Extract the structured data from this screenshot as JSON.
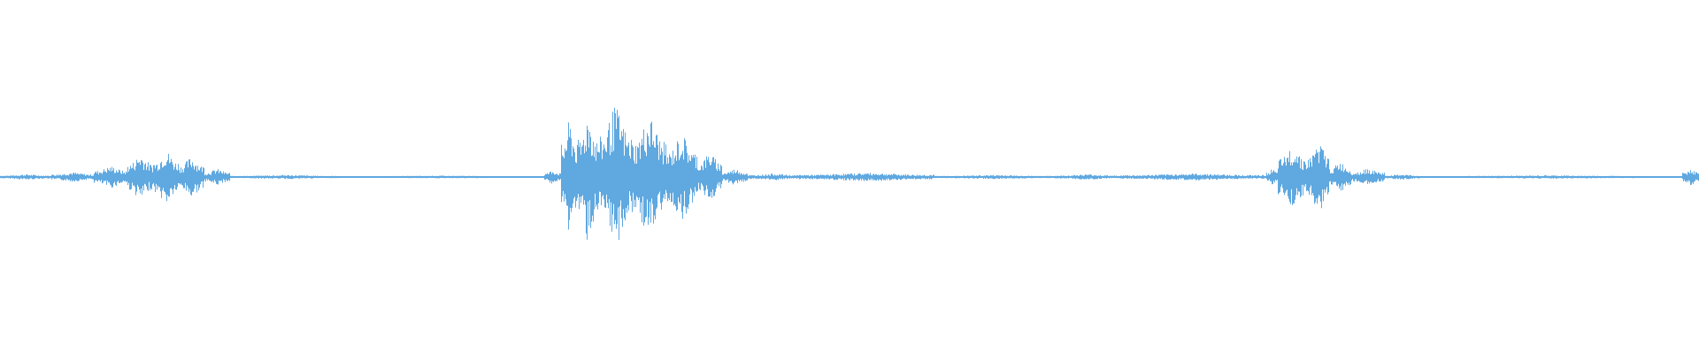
{
  "waveform": {
    "color": "#5fa8e0",
    "background": "#ffffff",
    "duration_fraction_scale": "relative",
    "baseline_amplitude": 0.012,
    "segments": [
      {
        "start": 0.0,
        "end": 0.03,
        "peak": 0.02
      },
      {
        "start": 0.03,
        "end": 0.055,
        "peak": 0.035
      },
      {
        "start": 0.055,
        "end": 0.075,
        "peak": 0.08
      },
      {
        "start": 0.075,
        "end": 0.09,
        "peak": 0.17
      },
      {
        "start": 0.09,
        "end": 0.105,
        "peak": 0.2
      },
      {
        "start": 0.105,
        "end": 0.12,
        "peak": 0.15
      },
      {
        "start": 0.12,
        "end": 0.135,
        "peak": 0.06
      },
      {
        "start": 0.135,
        "end": 0.2,
        "peak": 0.015
      },
      {
        "start": 0.2,
        "end": 0.32,
        "peak": 0.01
      },
      {
        "start": 0.32,
        "end": 0.33,
        "peak": 0.05
      },
      {
        "start": 0.33,
        "end": 0.34,
        "peak": 0.42
      },
      {
        "start": 0.34,
        "end": 0.352,
        "peak": 0.48
      },
      {
        "start": 0.352,
        "end": 0.372,
        "peak": 0.52
      },
      {
        "start": 0.372,
        "end": 0.392,
        "peak": 0.45
      },
      {
        "start": 0.392,
        "end": 0.41,
        "peak": 0.32
      },
      {
        "start": 0.41,
        "end": 0.425,
        "peak": 0.18
      },
      {
        "start": 0.425,
        "end": 0.44,
        "peak": 0.06
      },
      {
        "start": 0.44,
        "end": 0.47,
        "peak": 0.025
      },
      {
        "start": 0.47,
        "end": 0.55,
        "peak": 0.03
      },
      {
        "start": 0.55,
        "end": 0.62,
        "peak": 0.015
      },
      {
        "start": 0.62,
        "end": 0.66,
        "peak": 0.02
      },
      {
        "start": 0.66,
        "end": 0.745,
        "peak": 0.025
      },
      {
        "start": 0.745,
        "end": 0.752,
        "peak": 0.06
      },
      {
        "start": 0.752,
        "end": 0.77,
        "peak": 0.23
      },
      {
        "start": 0.77,
        "end": 0.782,
        "peak": 0.27
      },
      {
        "start": 0.782,
        "end": 0.795,
        "peak": 0.11
      },
      {
        "start": 0.795,
        "end": 0.815,
        "peak": 0.06
      },
      {
        "start": 0.815,
        "end": 0.835,
        "peak": 0.02
      },
      {
        "start": 0.835,
        "end": 0.99,
        "peak": 0.012
      },
      {
        "start": 0.99,
        "end": 1.0,
        "peak": 0.06
      }
    ]
  }
}
